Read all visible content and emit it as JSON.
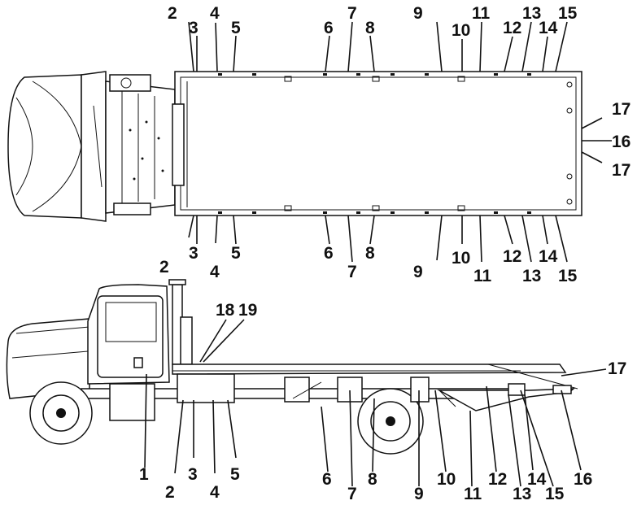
{
  "top_view": {
    "upper_callouts": [
      "2",
      "3",
      "4",
      "5",
      "6",
      "7",
      "8",
      "9",
      "10",
      "11",
      "12",
      "13",
      "14",
      "15"
    ],
    "lower_callouts": [
      "2",
      "3",
      "4",
      "5",
      "6",
      "7",
      "8",
      "9",
      "10",
      "11",
      "12",
      "13",
      "14",
      "15"
    ],
    "rear_callouts": [
      "17",
      "16",
      "17"
    ]
  },
  "side_view": {
    "top_callouts": [
      "18",
      "19",
      "17"
    ],
    "bottom_callouts": [
      "1",
      "2",
      "3",
      "4",
      "5",
      "6",
      "7",
      "8",
      "9",
      "10",
      "11",
      "12",
      "13",
      "14",
      "15",
      "16"
    ]
  },
  "colors": {
    "line": "#111111",
    "background": "#ffffff"
  }
}
